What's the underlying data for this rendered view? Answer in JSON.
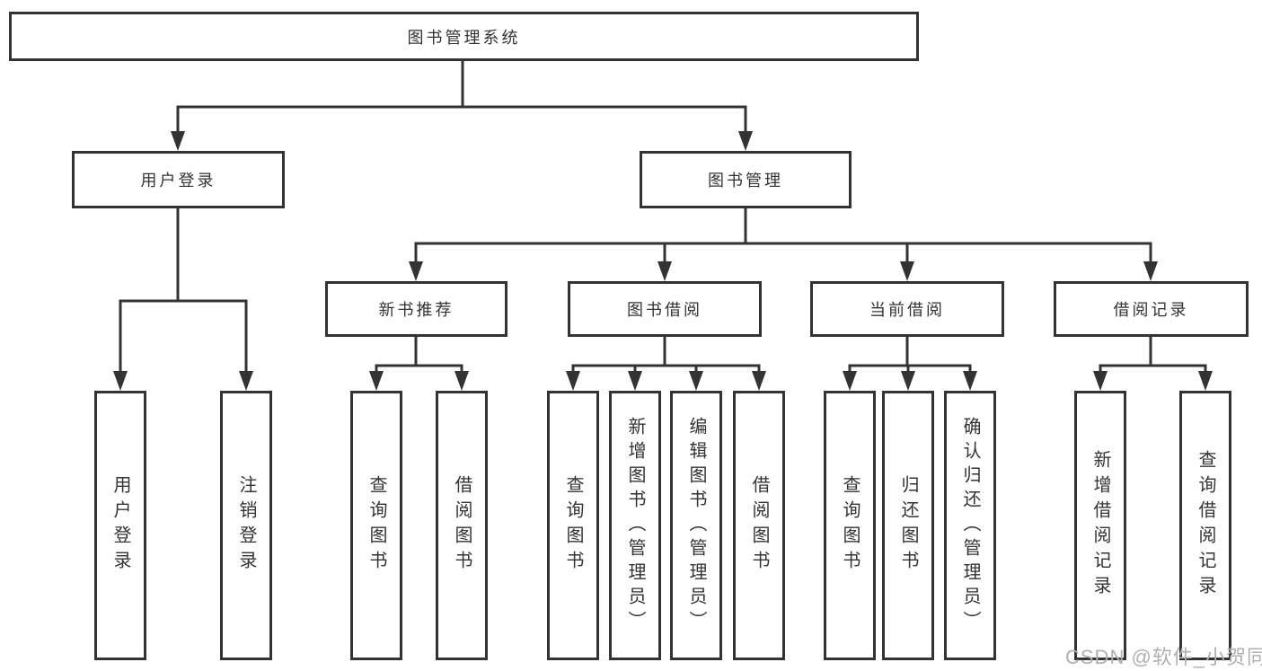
{
  "diagram": {
    "root_label": "图书管理系统",
    "level2": {
      "user_login": "用户登录",
      "book_management": "图书管理"
    },
    "level3": {
      "new_book_recommend": "新书推荐",
      "book_borrowing": "图书借阅",
      "current_borrowing": "当前借阅",
      "borrowing_records": "借阅记录"
    },
    "leaves": [
      "用户登录",
      "注销登录",
      "查询图书",
      "借阅图书",
      "查询图书",
      "新增图书（管理员）",
      "编辑图书（管理员）",
      "借阅图书",
      "查询图书",
      "归还图书",
      "确认归还（管理员）",
      "新增借阅记录",
      "查询借阅记录"
    ]
  },
  "watermark": {
    "text": "CSDN @软件_小贺同学"
  },
  "colors": {
    "background": "#ffffff",
    "line": "#333333",
    "box_border": "#333333",
    "text": "#333333",
    "watermark": "#b0b0b0"
  }
}
